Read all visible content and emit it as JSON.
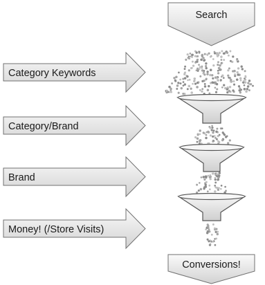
{
  "flow": {
    "top_label": "Search",
    "bottom_label": "Conversions!"
  },
  "stages": [
    {
      "label": "Category Keywords"
    },
    {
      "label": "Category/Brand"
    },
    {
      "label": "Brand"
    },
    {
      "label": "Money! (/Store Visits)"
    }
  ],
  "colors": {
    "arrow_fill_light": "#fafafa",
    "arrow_fill_dark": "#d2d2d2",
    "arrow_stroke": "#707070",
    "funnel_fill": "#e8e8e8",
    "funnel_stroke": "#555555",
    "dot_colors": [
      "#bfbfbf",
      "#a5a5a5",
      "#8c8c8c"
    ]
  }
}
